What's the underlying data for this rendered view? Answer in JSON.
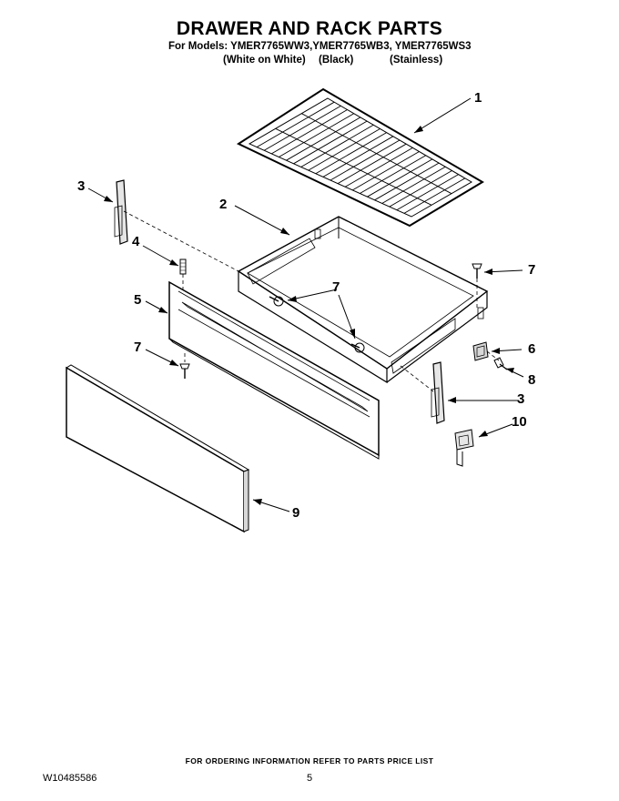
{
  "header": {
    "title": "DRAWER AND RACK PARTS",
    "models_line": "For Models: YMER7765WW3,YMER7765WB3, YMER7765WS3",
    "variants": [
      "(White on White)",
      "(Black)",
      "(Stainless)"
    ]
  },
  "callouts": [
    "1",
    "2",
    "3",
    "4",
    "5",
    "7",
    "7",
    "6",
    "8",
    "3",
    "10",
    "9",
    "7"
  ],
  "footer": {
    "note": "FOR ORDERING INFORMATION REFER TO PARTS PRICE LIST",
    "doc_number": "W10485586",
    "page_number": "5"
  },
  "colors": {
    "ink": "#000000",
    "paper": "#ffffff",
    "shade": "#d8d8d8"
  }
}
